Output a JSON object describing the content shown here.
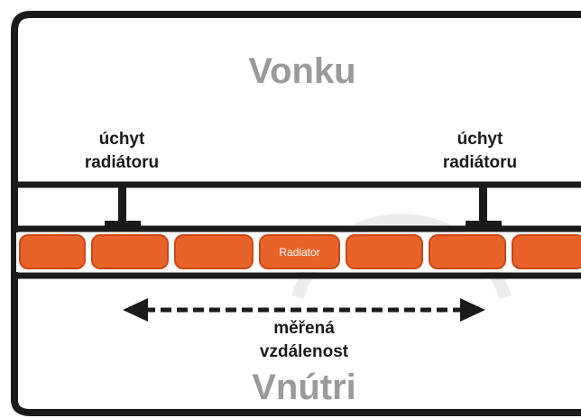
{
  "labels": {
    "outside": "Vonku",
    "inside": "Vnútri",
    "bracket_left_line1": "úchyt",
    "bracket_left_line2": "radiátoru",
    "bracket_right_line1": "úchyt",
    "bracket_right_line2": "radiátoru",
    "radiator": "Radiator",
    "measured_line1": "měřená",
    "measured_line2": "vzdálenost"
  },
  "colors": {
    "frame": "#1a1a1a",
    "radiator": "#e8632a",
    "radiator_outline": "#c94a14",
    "zone_text": "#9a9a9a",
    "text": "#1a1a1a"
  }
}
